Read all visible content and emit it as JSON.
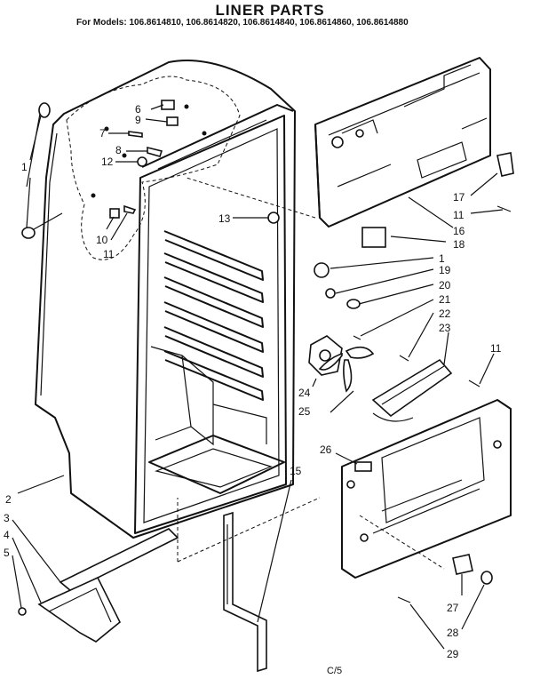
{
  "header": {
    "title": "LINER PARTS",
    "subtitle": "For Models: 106.8614810, 106.8614820, 106.8614840, 106.8614860, 106.8614880"
  },
  "footer": {
    "code": "C/5"
  },
  "callouts": [
    {
      "id": "c1",
      "label": "1"
    },
    {
      "id": "c2",
      "label": "2"
    },
    {
      "id": "c3",
      "label": "3"
    },
    {
      "id": "c4",
      "label": "4"
    },
    {
      "id": "c5",
      "label": "5"
    },
    {
      "id": "c6",
      "label": "6"
    },
    {
      "id": "c7",
      "label": "7"
    },
    {
      "id": "c8",
      "label": "8"
    },
    {
      "id": "c9",
      "label": "9"
    },
    {
      "id": "c10",
      "label": "10"
    },
    {
      "id": "c11a",
      "label": "11"
    },
    {
      "id": "c11b",
      "label": "11"
    },
    {
      "id": "c11c",
      "label": "11"
    },
    {
      "id": "c12",
      "label": "12"
    },
    {
      "id": "c13",
      "label": "13"
    },
    {
      "id": "c15",
      "label": "15"
    },
    {
      "id": "c16",
      "label": "16"
    },
    {
      "id": "c17",
      "label": "17"
    },
    {
      "id": "c18",
      "label": "18"
    },
    {
      "id": "c1b",
      "label": "1"
    },
    {
      "id": "c19",
      "label": "19"
    },
    {
      "id": "c20",
      "label": "20"
    },
    {
      "id": "c21",
      "label": "21"
    },
    {
      "id": "c22",
      "label": "22"
    },
    {
      "id": "c23",
      "label": "23"
    },
    {
      "id": "c24",
      "label": "24"
    },
    {
      "id": "c25",
      "label": "25"
    },
    {
      "id": "c26",
      "label": "26"
    },
    {
      "id": "c27",
      "label": "27"
    },
    {
      "id": "c28",
      "label": "28"
    },
    {
      "id": "c29",
      "label": "29"
    }
  ]
}
